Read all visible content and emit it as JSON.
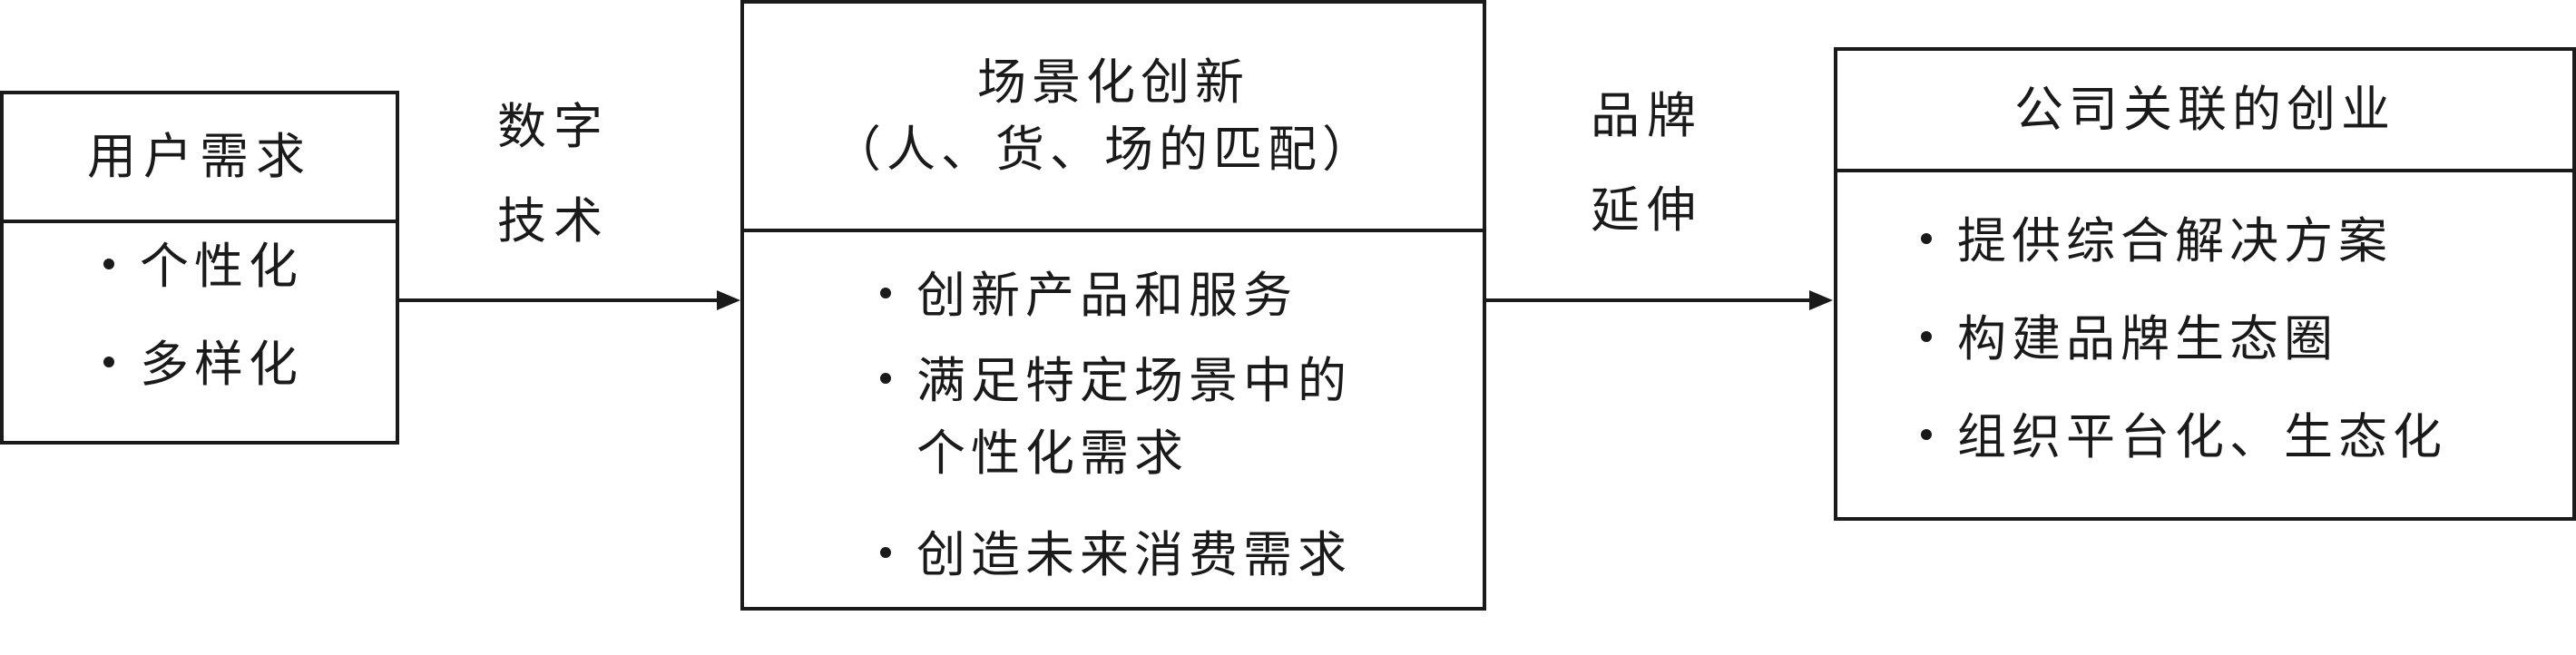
{
  "box_user": {
    "title": "用户需求",
    "items": [
      "个性化",
      "多样化"
    ]
  },
  "label_digital": [
    "数字",
    "技术"
  ],
  "box_scene": {
    "title": [
      "场景化创新",
      "（人、货、场的匹配）"
    ],
    "items": [
      [
        "创新产品和服务"
      ],
      [
        "满足特定场景中的",
        "个性化需求"
      ],
      [
        "创造未来消费需求"
      ]
    ]
  },
  "label_brand": [
    "品牌",
    "延伸"
  ],
  "box_company": {
    "title": "公司关联的创业",
    "items": [
      "提供综合解决方案",
      "构建品牌生态圈",
      "组织平台化、生态化"
    ]
  },
  "colors": {
    "line": "#1a1a1a",
    "background": "#ffffff"
  }
}
